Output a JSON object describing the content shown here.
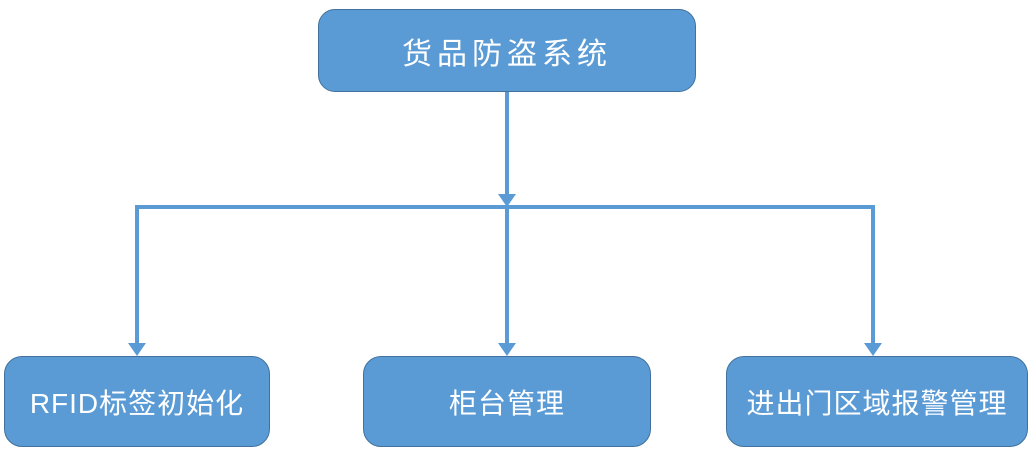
{
  "diagram": {
    "type": "org-flowchart",
    "title_node": {
      "label": "货品防盗系统"
    },
    "child_nodes": [
      {
        "label": "RFID标签初始化"
      },
      {
        "label": "柜台管理"
      },
      {
        "label": "进出门区域报警管理"
      }
    ],
    "connections": [
      {
        "from": "货品防盗系统",
        "to": "RFID标签初始化",
        "style": "elbow-arrow"
      },
      {
        "from": "货品防盗系统",
        "to": "柜台管理",
        "style": "elbow-arrow"
      },
      {
        "from": "货品防盗系统",
        "to": "进出门区域报警管理",
        "style": "elbow-arrow"
      }
    ],
    "colors": {
      "node_fill": "#5B9BD5",
      "node_border": "#41719C",
      "connector": "#5B9BD5",
      "text": "#FFFFFF",
      "background": "#FFFFFF"
    }
  }
}
